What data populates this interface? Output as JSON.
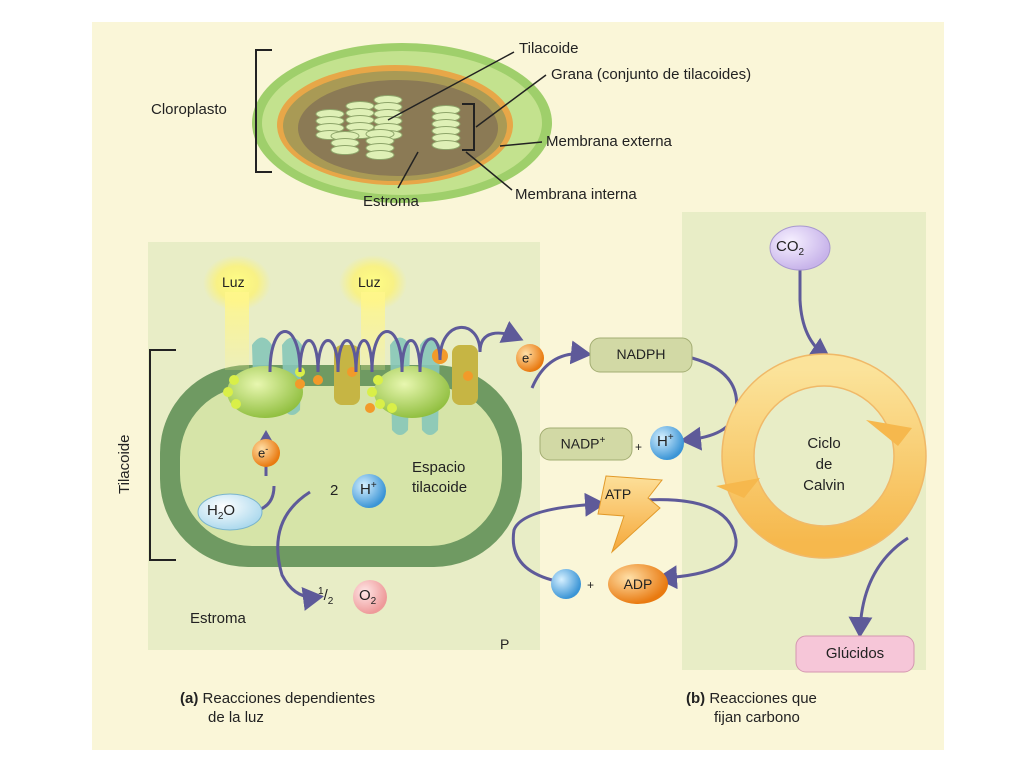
{
  "chloroplast": {
    "label": "Cloroplasto",
    "callouts": {
      "thylakoid": "Tilacoide",
      "grana": "Grana (conjunto de tilacoides)",
      "outer_membrane": "Membrana externa",
      "inner_membrane": "Membrana interna",
      "stroma": "Estroma"
    }
  },
  "light_reactions": {
    "light_1": "Luz",
    "light_2": "Luz",
    "thylakoid_bracket": "Tilacoide",
    "electron": "e",
    "electron_sup": "-",
    "electron_out": "e",
    "electron_out_sup": "-",
    "water": "H",
    "water_sub": "2",
    "water_tail": "O",
    "protons_coef": "2",
    "proton": "H",
    "proton_sup": "+",
    "space_line1": "Espacio",
    "space_line2": "tilacoide",
    "oxygen_coef_num": "1",
    "oxygen_coef_den": "2",
    "oxygen": "O",
    "oxygen_sub": "2",
    "stroma": "Estroma",
    "corner_letter": "P"
  },
  "carriers": {
    "nadph": "NADPH",
    "nadp": "NADP",
    "nadp_sup": "+",
    "plus_1": "+",
    "h": "H",
    "h_sup": "+",
    "atp": "ATP",
    "adp": "ADP",
    "plus_2": "+"
  },
  "calvin": {
    "co2": "CO",
    "co2_sub": "2",
    "cycle_line1": "Ciclo",
    "cycle_line2": "de",
    "cycle_line3": "Calvin",
    "sugars": "Glúcidos"
  },
  "captions": {
    "a_tag": "(a)",
    "a_line1": "Reacciones dependientes",
    "a_line2": "de la luz",
    "b_tag": "(b)",
    "b_line1": "Reacciones que",
    "b_line2": "fijan carbono"
  },
  "colors": {
    "background": "#faf6d8",
    "panel": "#e8edc6",
    "thylakoid_membrane": "#6f9a62",
    "thylakoid_lumen": "#d6e4a8",
    "arrow": "#5e5a99",
    "nadph_box": "#d2d9a5",
    "proton_ball": "#4aa8e0",
    "electron_ball": "#f08a1c",
    "calvin_ring": "#f7c861",
    "sugars_box": "#f6c6d8",
    "co2_ball": "#d8c8ee",
    "o2_ball": "#f2a5a5"
  }
}
